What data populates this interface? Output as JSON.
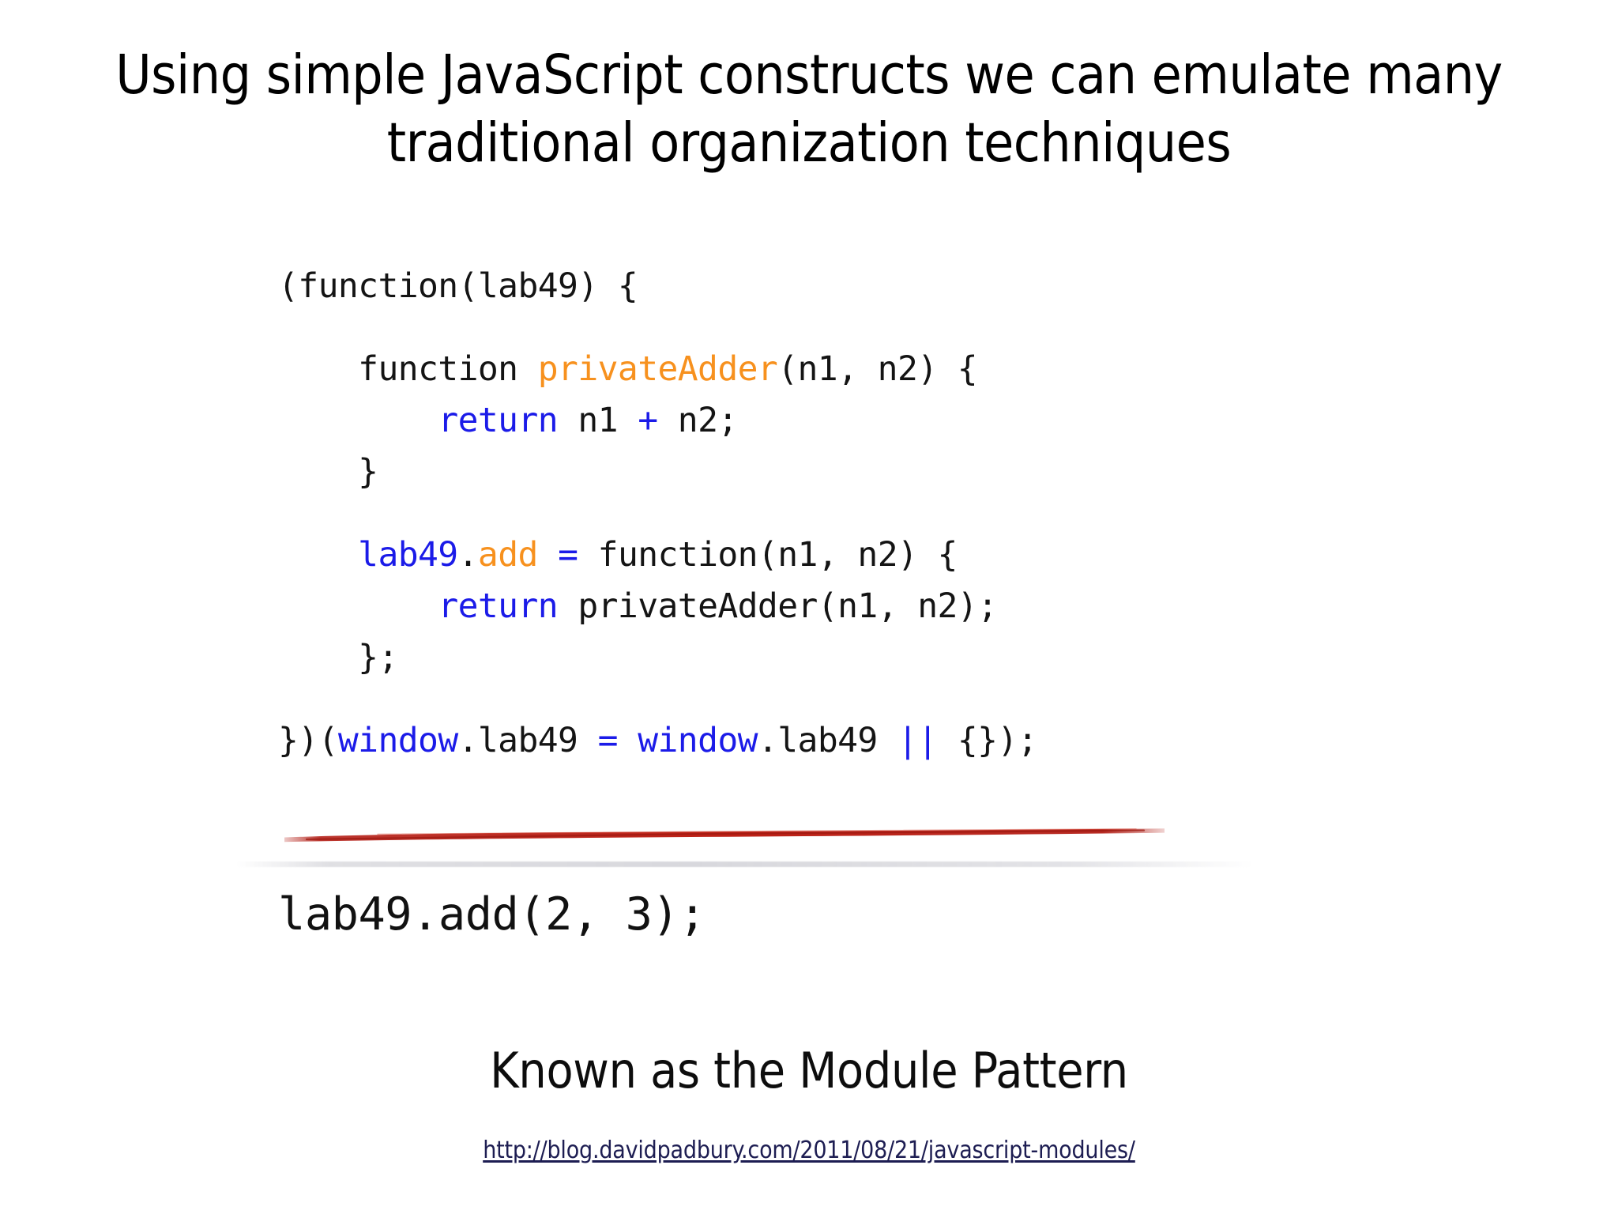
{
  "slide": {
    "background_color": "#ffffff",
    "title": {
      "line1": "Using simple JavaScript constructs we can emulate many",
      "line2": "traditional organization techniques"
    },
    "caption": "Known as the Module Pattern",
    "source_link": {
      "text": "http://blog.davidpadbury.com/2011/08/21/javascript-modules/",
      "color": "#1d1d52"
    },
    "usage_line": "lab49.add(2, 3);",
    "annotation": {
      "type": "brush-underline",
      "color": "#B42018",
      "target_line": "})(window.lab49 = window.lab49 || {});"
    },
    "divider": {
      "type": "faint-horizontal-rule",
      "color": "#e0e0e4"
    }
  },
  "colors": {
    "keyword_blue": "#1B1BE8",
    "identifier_orange": "#F7911E",
    "code_black": "#141414",
    "brush_red": "#B42018",
    "link_navy": "#1d1d52"
  },
  "code": {
    "language": "javascript",
    "lines": [
      {
        "id": "line-1",
        "text": "(function(lab49) {",
        "tokens": [
          {
            "t": "(function(lab49) {",
            "c": "plain"
          }
        ]
      },
      {
        "id": "line-2",
        "text": "",
        "tokens": []
      },
      {
        "id": "line-3",
        "text": "    function privateAdder(n1, n2) {",
        "tokens": [
          {
            "t": "    function ",
            "c": "plain"
          },
          {
            "t": "privateAdder",
            "c": "orange"
          },
          {
            "t": "(n1, n2) {",
            "c": "plain"
          }
        ]
      },
      {
        "id": "line-4",
        "text": "        return n1 + n2;",
        "tokens": [
          {
            "t": "        ",
            "c": "plain"
          },
          {
            "t": "return",
            "c": "blue"
          },
          {
            "t": " n1 ",
            "c": "plain"
          },
          {
            "t": "+",
            "c": "blue"
          },
          {
            "t": " n2;",
            "c": "plain"
          }
        ]
      },
      {
        "id": "line-5",
        "text": "    }",
        "tokens": [
          {
            "t": "    }",
            "c": "plain"
          }
        ]
      },
      {
        "id": "line-6",
        "text": "",
        "tokens": []
      },
      {
        "id": "line-7",
        "text": "    lab49.add = function(n1, n2) {",
        "tokens": [
          {
            "t": "    ",
            "c": "plain"
          },
          {
            "t": "lab49",
            "c": "blue"
          },
          {
            "t": ".",
            "c": "plain"
          },
          {
            "t": "add",
            "c": "orange"
          },
          {
            "t": " ",
            "c": "plain"
          },
          {
            "t": "=",
            "c": "blue"
          },
          {
            "t": " function(n1, n2) {",
            "c": "plain"
          }
        ]
      },
      {
        "id": "line-8",
        "text": "        return privateAdder(n1, n2);",
        "tokens": [
          {
            "t": "        ",
            "c": "plain"
          },
          {
            "t": "return",
            "c": "blue"
          },
          {
            "t": " privateAdder(n1, n2);",
            "c": "plain"
          }
        ]
      },
      {
        "id": "line-9",
        "text": "    };",
        "tokens": [
          {
            "t": "    };",
            "c": "plain"
          }
        ]
      },
      {
        "id": "line-10",
        "text": "",
        "tokens": []
      },
      {
        "id": "line-11",
        "text": "})(window.lab49 = window.lab49 || {});",
        "tokens": [
          {
            "t": "})(",
            "c": "plain"
          },
          {
            "t": "window",
            "c": "blue"
          },
          {
            "t": ".lab49 ",
            "c": "plain"
          },
          {
            "t": "=",
            "c": "blue"
          },
          {
            "t": " ",
            "c": "plain"
          },
          {
            "t": "window",
            "c": "blue"
          },
          {
            "t": ".lab49 ",
            "c": "plain"
          },
          {
            "t": "||",
            "c": "blue"
          },
          {
            "t": " {});",
            "c": "plain"
          }
        ]
      }
    ]
  }
}
